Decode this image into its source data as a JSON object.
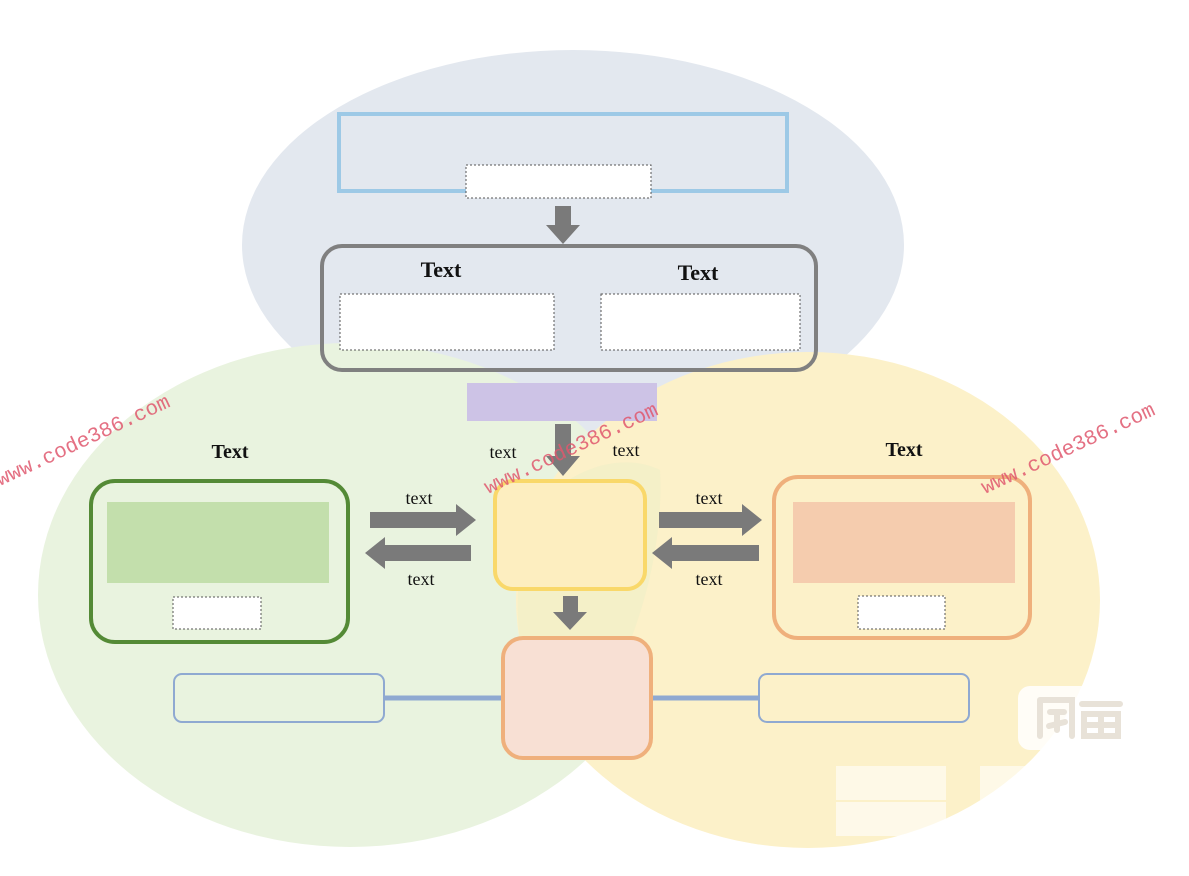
{
  "diagram": {
    "top_panel": {
      "left_title": "Text",
      "right_title": "Text"
    },
    "center_flow": {
      "label_left": "text",
      "label_right": "text"
    },
    "left_panel": {
      "title": "Text",
      "arrow_right_label": "text",
      "arrow_left_label": "text"
    },
    "right_panel": {
      "title": "Text",
      "arrow_right_label": "text",
      "arrow_left_label": "text"
    }
  },
  "watermarks": {
    "left": "www.code386.com",
    "center": "www.code386.com",
    "right": "www.code386.com"
  },
  "colors": {
    "top_ellipse": "#e3e8ef",
    "left_ellipse": "#e9f3df",
    "right_ellipse": "#fcf1c9",
    "blue_box": "#9dc9e6",
    "gray_box": "#808080",
    "purple_bar": "#cdc3e6",
    "green_box": "#548a36",
    "green_fill": "#c3dfac",
    "yellow_box": "#f9d86a",
    "yellow_fill": "#fdeec0",
    "orange_box": "#efb07c",
    "orange_fill": "#f5ccae",
    "peach_fill": "#f8e0d4",
    "side_box": "#8fa9d1",
    "arrow": "#7a7a7a",
    "watermark": "#e0586e"
  }
}
